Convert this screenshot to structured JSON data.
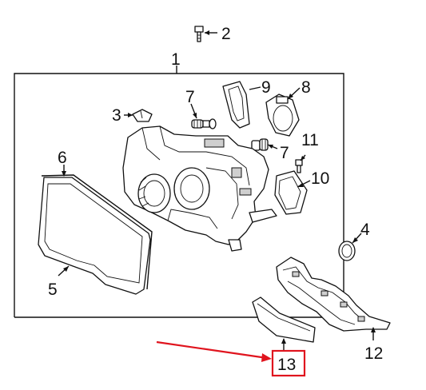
{
  "callouts": {
    "c1": "1",
    "c2": "2",
    "c3": "3",
    "c4": "4",
    "c5": "5",
    "c6": "6",
    "c7a": "7",
    "c7b": "7",
    "c8": "8",
    "c9": "9",
    "c10": "10",
    "c11": "11",
    "c12": "12",
    "c13": "13"
  },
  "colors": {
    "highlight": "#e0141e",
    "line": "#111111",
    "shade": "#cfcfcf"
  }
}
